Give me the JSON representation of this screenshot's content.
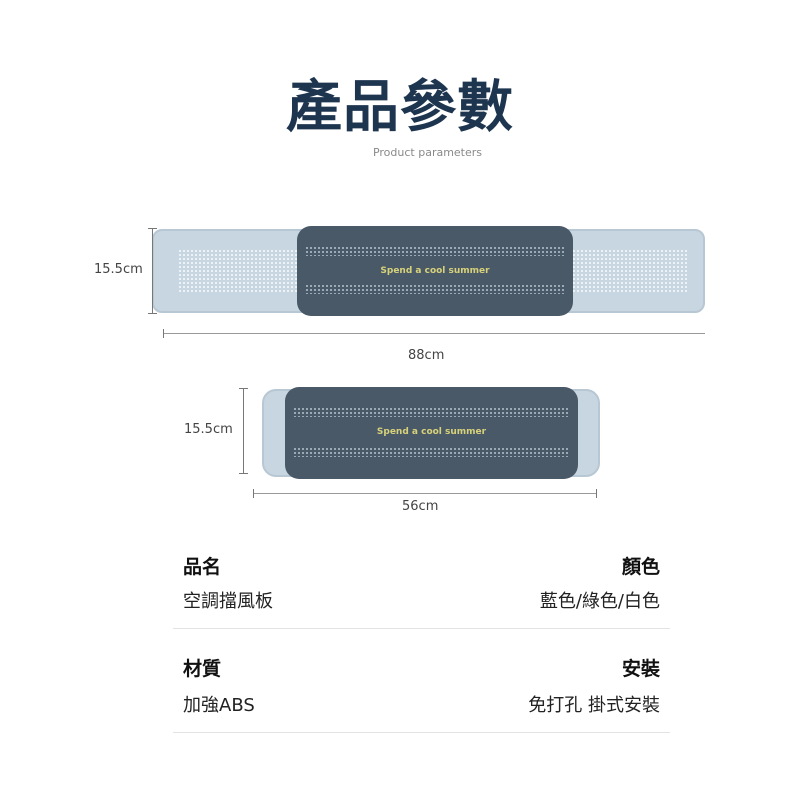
{
  "header": {
    "title": "產品參數",
    "subtitle": "Product parameters"
  },
  "diagram": {
    "slogan": "Spend a cool summer",
    "extended": {
      "height": "15.5cm",
      "width": "88cm"
    },
    "retracted": {
      "height": "15.5cm",
      "width": "56cm"
    },
    "colors": {
      "light": "#c8d6e1",
      "dark": "#4a5968",
      "slogan": "#d7d27a"
    }
  },
  "specs": [
    {
      "label": "品名",
      "value": "空調擋風板"
    },
    {
      "label": "顏色",
      "value": "藍色/綠色/白色"
    },
    {
      "label": "材質",
      "value": "加強ABS"
    },
    {
      "label": "安裝",
      "value": "免打孔 掛式安裝"
    }
  ]
}
